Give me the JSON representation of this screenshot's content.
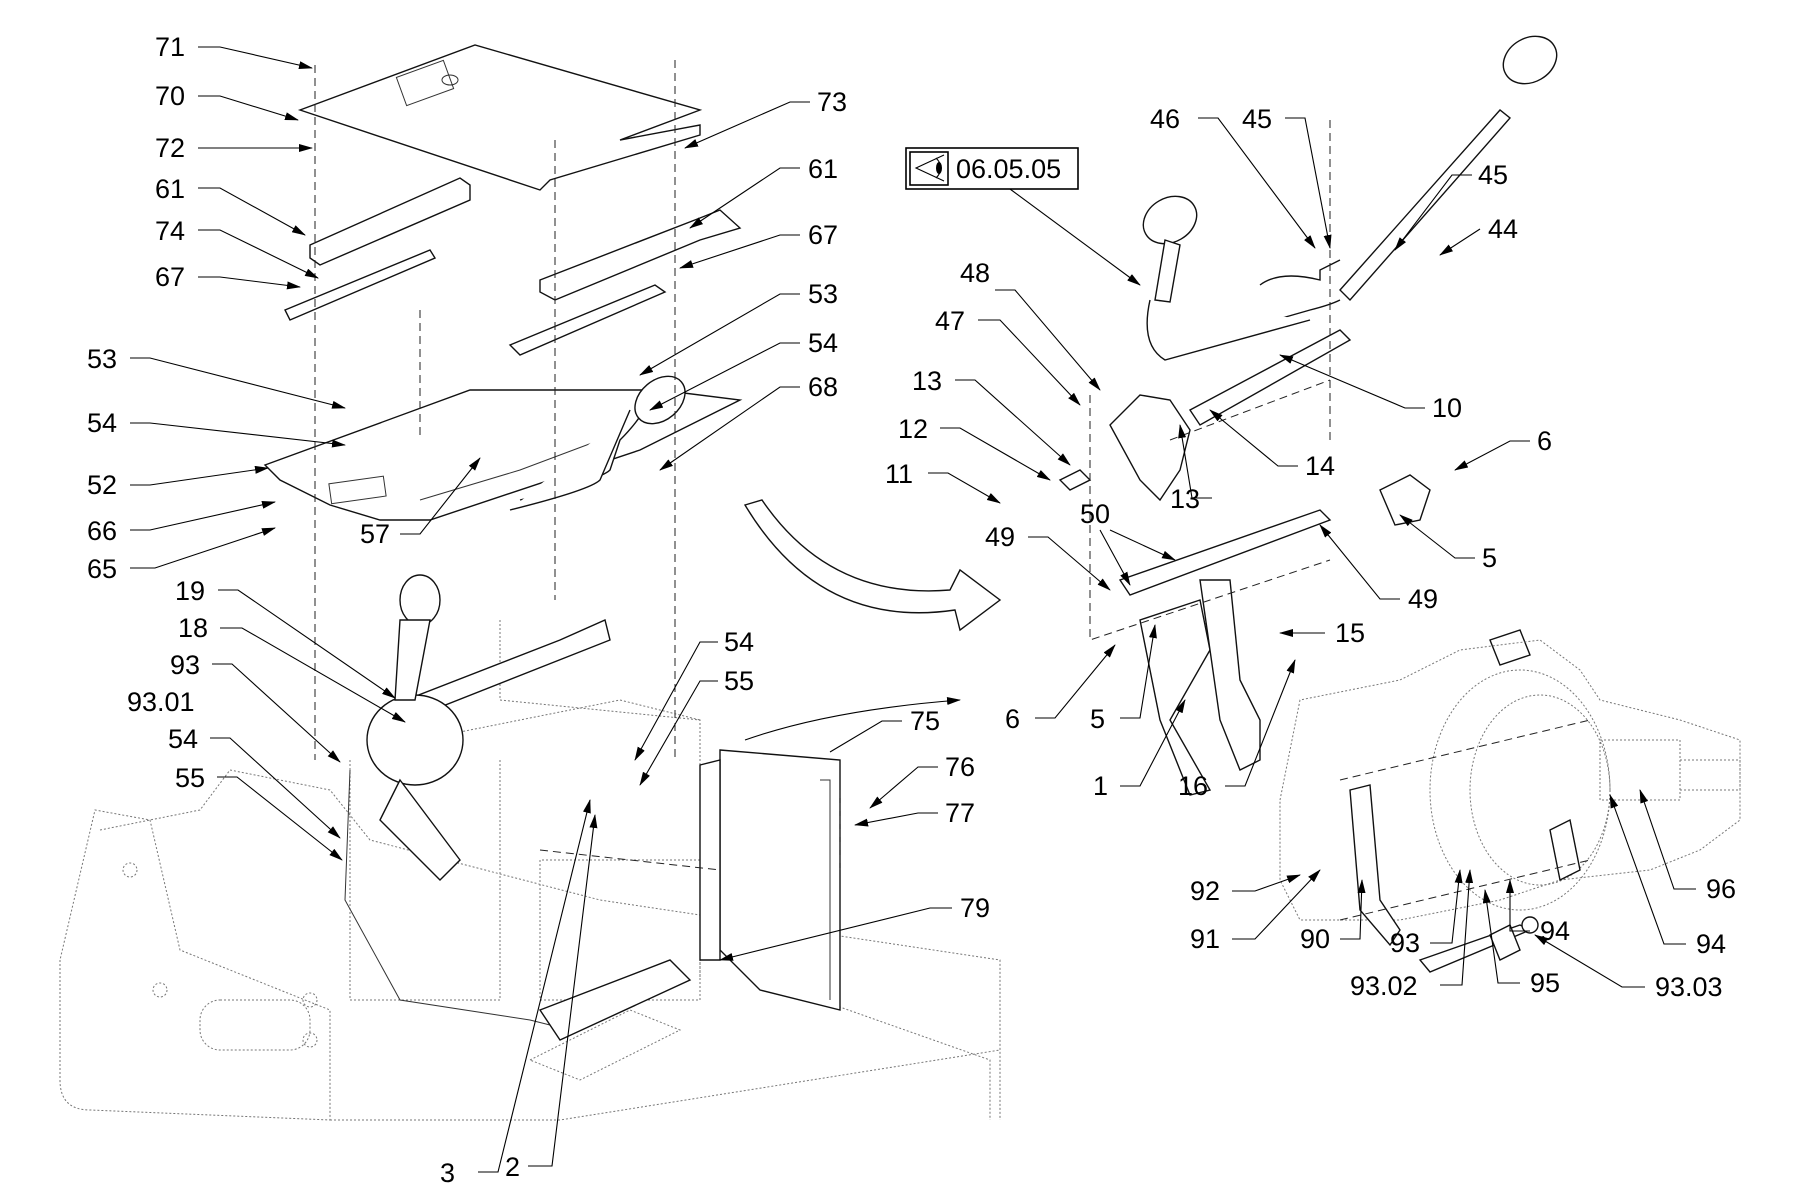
{
  "diagram": {
    "title": "Gear shift lever assembly - exploded parts view",
    "reference": {
      "icon": "view-eye-icon",
      "code": "06.05.05"
    },
    "callouts": {
      "left": [
        "71",
        "70",
        "72",
        "61",
        "74",
        "67",
        "53",
        "54",
        "52",
        "66",
        "65",
        "19",
        "18",
        "93",
        "93.01",
        "54",
        "55"
      ],
      "top_center": [
        "73",
        "61",
        "67",
        "53",
        "54",
        "68",
        "57"
      ],
      "mid_center": [
        "54",
        "55",
        "75",
        "76",
        "77",
        "79",
        "3",
        "2"
      ],
      "right_upper": [
        "46",
        "45",
        "45",
        "44",
        "48",
        "47",
        "13",
        "12",
        "11",
        "10",
        "14",
        "13",
        "50",
        "49",
        "6",
        "5",
        "49",
        "15"
      ],
      "right_lower": [
        "6",
        "5",
        "1",
        "16",
        "92",
        "91",
        "90",
        "93",
        "93.02",
        "95",
        "94",
        "94",
        "96",
        "93.03"
      ]
    }
  }
}
